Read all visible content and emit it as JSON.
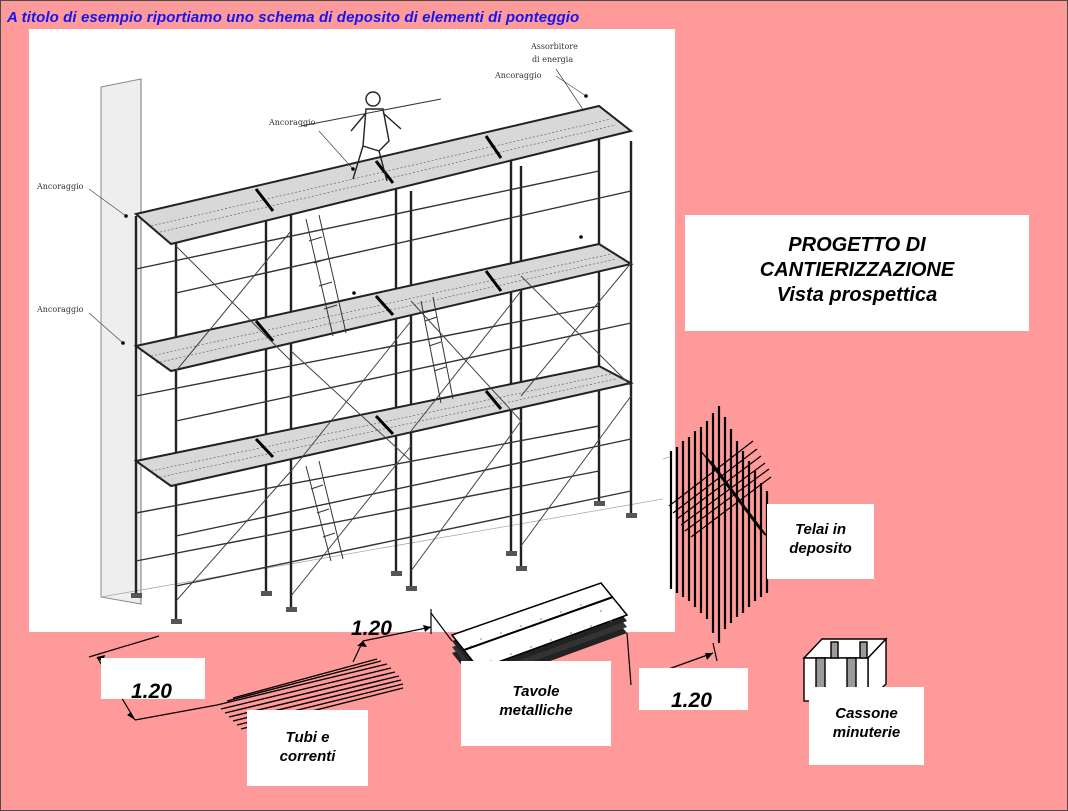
{
  "title": "A titolo di esempio riportiamo uno schema di deposito di elementi di ponteggio",
  "project_box": {
    "line1": "PROGETTO DI",
    "line2": "CANTIERIZZAZIONE",
    "line3": "Vista prospettica"
  },
  "drawing_labels": {
    "assorbitore_1": "Assorbitore",
    "assorbitore_2": "di energia",
    "ancoraggio_top_right": "Ancoraggio",
    "ancoraggio_center": "Ancoraggio",
    "ancoraggio_left_upper": "Ancoraggio",
    "ancoraggio_left_lower": "Ancoraggio"
  },
  "storage_labels": {
    "telai_1": "Telai in",
    "telai_2": "deposito",
    "tavole_1": "Tavole",
    "tavole_2": "metalliche",
    "tubi_1": "Tubi e",
    "tubi_2": "correnti",
    "cassone_1": "Cassone",
    "cassone_2": "minuterie"
  },
  "dimensions": {
    "left": "1.20",
    "middle": "1.20",
    "right": "1.20"
  },
  "colors": {
    "background": "#ff9a9a",
    "title": "#1515ee"
  }
}
